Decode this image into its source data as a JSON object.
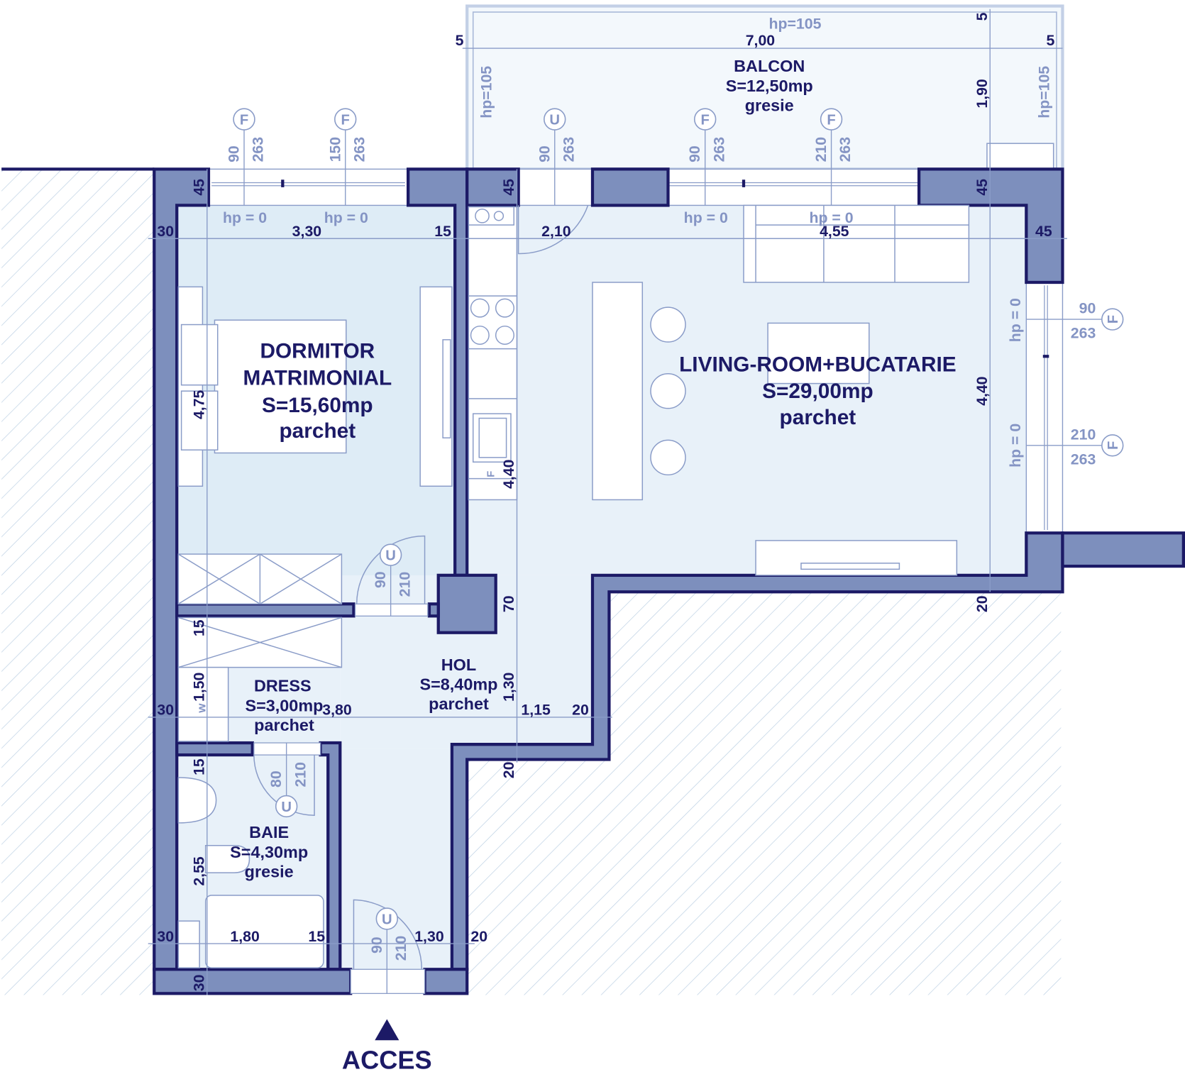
{
  "rooms": {
    "balcon": {
      "name": "BALCON",
      "area": "S=12,50mp",
      "floor": "gresie",
      "hp": "hp=105",
      "width": "7,00",
      "depth": "1,90"
    },
    "dormitor": {
      "name1": "DORMITOR",
      "name2": "MATRIMONIAL",
      "area": "S=15,60mp",
      "floor": "parchet",
      "width": "3,30",
      "depth": "4,75"
    },
    "living": {
      "name": "LIVING-ROOM+BUCATARIE",
      "area": "S=29,00mp",
      "floor": "parchet",
      "width_left": "2,10",
      "width_right": "4,55",
      "depth": "4,40",
      "kitchen_depth": "4,40"
    },
    "hol": {
      "name": "HOL",
      "area": "S=8,40mp",
      "floor": "parchet",
      "width": "1,15",
      "depth": "1,30",
      "pier": "70"
    },
    "dress": {
      "name": "DRESS",
      "area": "S=3,00mp",
      "floor": "parchet",
      "depth": "1,50",
      "width": "3,80"
    },
    "baie": {
      "name": "BAIE",
      "area": "S=4,30mp",
      "floor": "gresie",
      "depth": "2,55",
      "width": "1,80"
    }
  },
  "dimensions": {
    "wall_30": "30",
    "wall_45": "45",
    "wall_15": "15",
    "wall_20": "20",
    "wall_5": "5",
    "entry_width": "1,30",
    "hp_105": "hp=105",
    "hp_0": "hp =  0",
    "hp_0_vertical": "hp = 0"
  },
  "openings": [
    {
      "type": "F",
      "width": "90",
      "height": "263"
    },
    {
      "type": "F",
      "width": "150",
      "height": "263"
    },
    {
      "type": "U",
      "width": "90",
      "height": "263"
    },
    {
      "type": "F",
      "width": "90",
      "height": "263"
    },
    {
      "type": "F",
      "width": "210",
      "height": "263"
    },
    {
      "type": "F",
      "width": "90",
      "height": "263"
    },
    {
      "type": "F",
      "width": "210",
      "height": "263"
    },
    {
      "type": "U",
      "width": "90",
      "height": "210"
    },
    {
      "type": "U",
      "width": "80",
      "height": "210"
    },
    {
      "type": "U",
      "width": "90",
      "height": "210"
    }
  ],
  "kitchen_fridge_label": "F",
  "dress_w_label": "w",
  "access": {
    "label": "ACCES",
    "icon": "triangle-up-icon"
  },
  "colors": {
    "wall_fill": "#7d8fbd",
    "wall_stroke": "#1c1a66",
    "room_fill": "#e8f1f9",
    "annotation": "#8494c4"
  }
}
